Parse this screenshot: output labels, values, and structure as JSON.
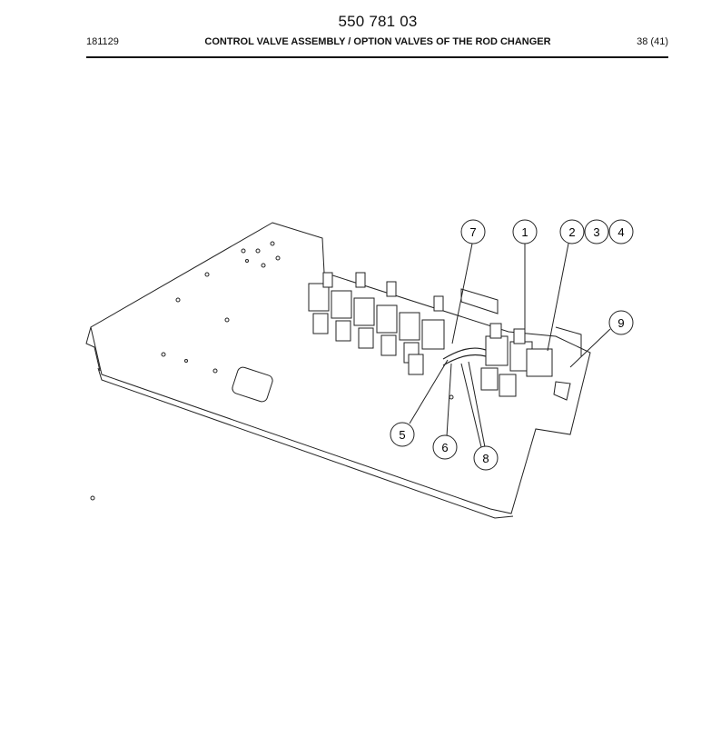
{
  "header": {
    "doc_number": "550 781 03",
    "date": "181129",
    "title": "CONTROL VALVE ASSEMBLY / OPTION VALVES OF THE ROD CHANGER",
    "page": "38 (41)"
  },
  "callouts": [
    "7",
    "1",
    "2",
    "3",
    "4",
    "9",
    "5",
    "6",
    "8"
  ]
}
